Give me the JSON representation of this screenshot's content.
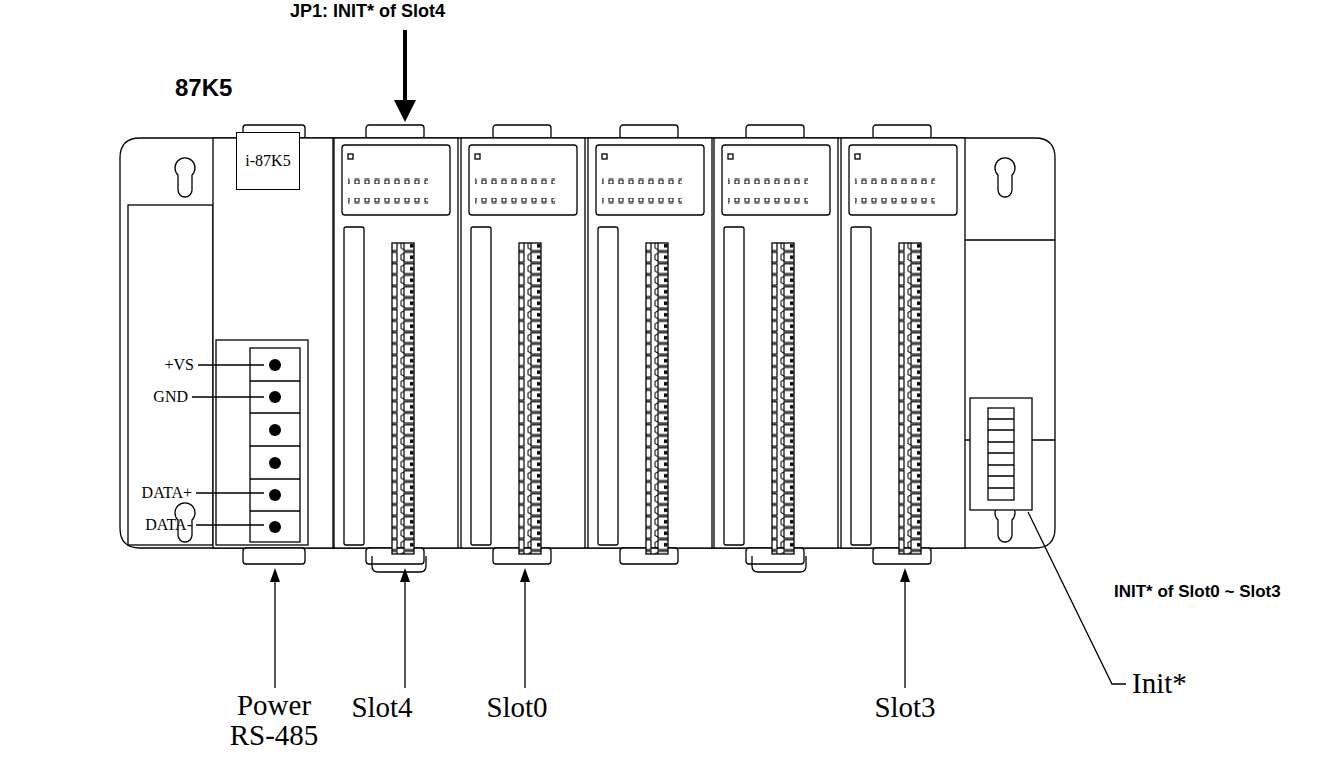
{
  "diagram": {
    "nodes": [
      {
        "text": [
          "i-87K5"
        ]
      }
    ],
    "labels": [
      "JP1: INIT* of Slot4",
      "87K5",
      "+VS",
      "GND",
      "DATA+",
      "DATA-",
      "Power RS-485",
      "Slot4",
      "Slot0",
      "Slot3",
      "INIT* of Slot0 ~ Slot3",
      "Init*"
    ]
  }
}
